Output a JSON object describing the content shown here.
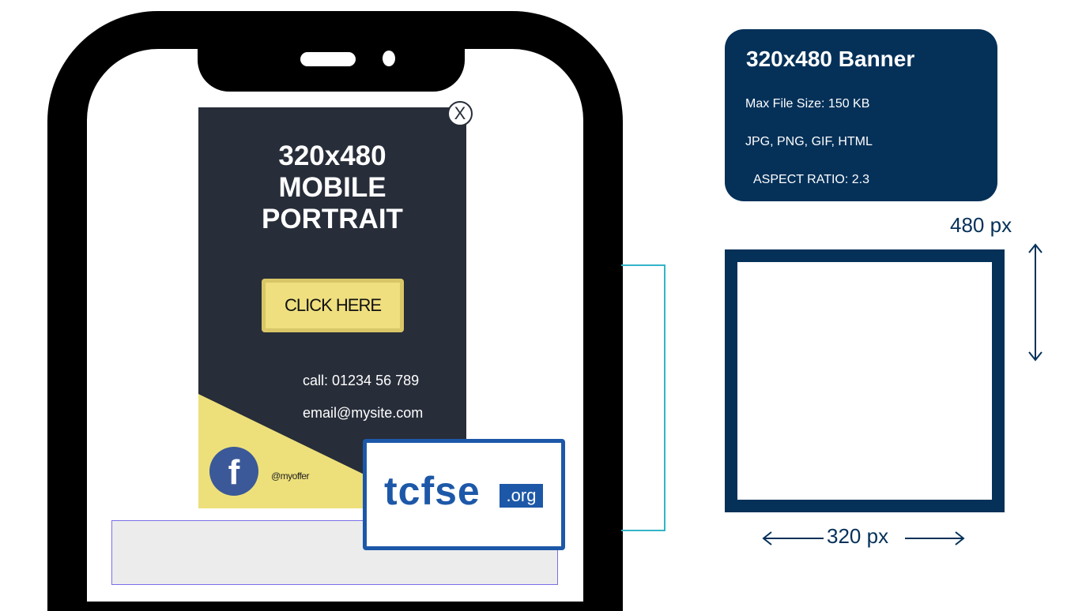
{
  "ad_preview": {
    "title_lines": [
      "320x480",
      "MOBILE",
      "PORTRAIT"
    ],
    "cta_label": "CLICK HERE",
    "call_text": "call: 01234 56 789",
    "email_text": "email@mysite.com",
    "social_handle": "@myoffer",
    "social_icon": "facebook-icon",
    "close_glyph": "X",
    "colors": {
      "background": "#272d39",
      "accent": "#ede07a",
      "facebook": "#3b5998"
    }
  },
  "watermark": {
    "brand": "tcfse",
    "tld": ".org",
    "color": "#1d58a8"
  },
  "spec_card": {
    "title": "320x480 Banner",
    "max_file_size": "Max File Size: 150 KB",
    "formats": "JPG, PNG, GIF, HTML",
    "aspect_ratio": "ASPECT RATIO: 2.3",
    "color": "#053159"
  },
  "dimensions": {
    "height_label": "480 px",
    "width_label": "320 px"
  }
}
